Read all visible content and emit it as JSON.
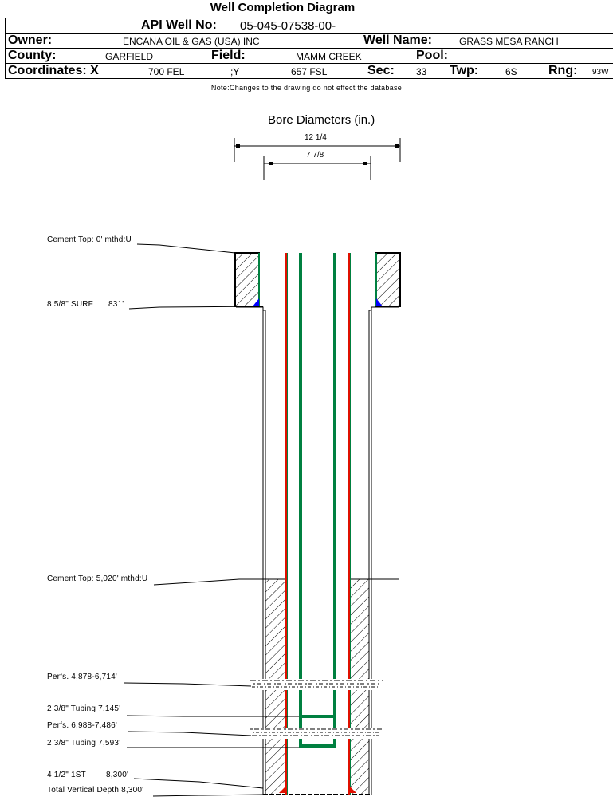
{
  "title": "Well Completion Diagram",
  "header": {
    "api_label": "API Well No:",
    "api_value": "05-045-07538-00-",
    "owner_label": "Owner:",
    "owner_value": "ENCANA OIL & GAS (USA) INC",
    "well_name_label": "Well Name:",
    "well_name_value": "GRASS MESA RANCH",
    "county_label": "County:",
    "county_value": "GARFIELD",
    "field_label": "Field:",
    "field_value": "MAMM CREEK",
    "pool_label": "Pool:",
    "pool_value": "",
    "coords_label": "Coordinates: X",
    "coords_x_value": "700 FEL",
    "coords_y_label": ";Y",
    "coords_y_value": "657 FSL",
    "sec_label": "Sec:",
    "sec_value": "33",
    "twp_label": "Twp:",
    "twp_value": "6S",
    "rng_label": "Rng:",
    "rng_value": "93W"
  },
  "note": "Note:Changes to the drawing do not effect the database",
  "bore_diameters": {
    "title": "Bore Diameters (in.)",
    "outer": "12 1/4",
    "inner": "7 7/8"
  },
  "callouts": [
    {
      "id": "cement-top-surface",
      "text": "Cement Top: 0' mthd:U"
    },
    {
      "id": "surface-casing",
      "text": "8 5/8\" SURF",
      "depth": "831'"
    },
    {
      "id": "cement-top-production",
      "text": "Cement Top: 5,020' mthd:U"
    },
    {
      "id": "perfs-upper",
      "text": "Perfs. 4,878-6,714'"
    },
    {
      "id": "tubing-upper",
      "text": "2 3/8\" Tubing 7,145'"
    },
    {
      "id": "perfs-lower",
      "text": "Perfs. 6,988-7,486'"
    },
    {
      "id": "tubing-lower",
      "text": "2 3/8\" Tubing 7,593'"
    },
    {
      "id": "production-casing",
      "text": "4 1/2\" 1ST",
      "depth": "8,300'"
    },
    {
      "id": "total-depth",
      "text": "Total Vertical Depth 8,300'"
    }
  ],
  "colors": {
    "cement_hatch": "#000000",
    "surface_casing_shoe": "#0000ff",
    "production_casing": "#e01000",
    "tubing": "#008040",
    "casing_edge": "#008040"
  }
}
